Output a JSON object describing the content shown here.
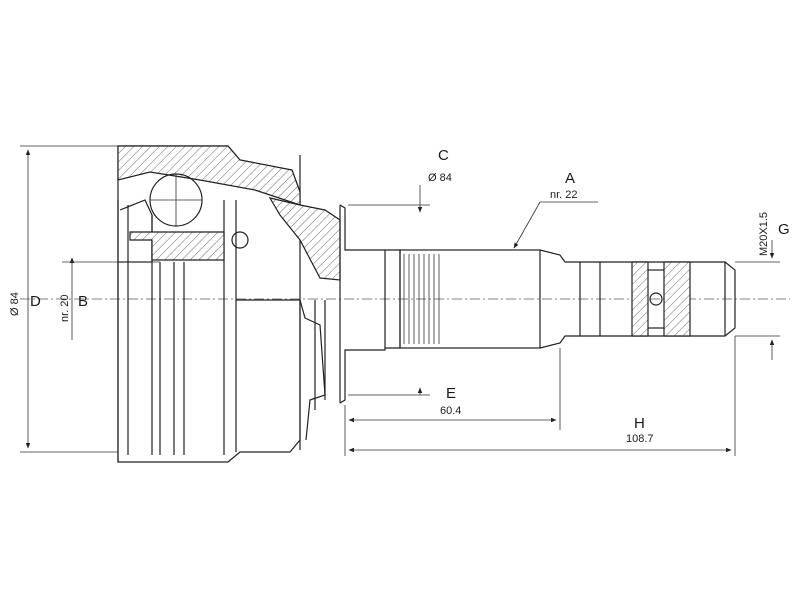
{
  "labels": {
    "A": "A",
    "B": "B",
    "C": "C",
    "D": "D",
    "E": "E",
    "G": "G",
    "H": "H"
  },
  "values": {
    "A": "nr. 22",
    "B": "nr. 20",
    "C": "Ø 84",
    "D": "Ø 84",
    "E": "60.4",
    "G": "M20X1.5",
    "H": "108.7"
  }
}
